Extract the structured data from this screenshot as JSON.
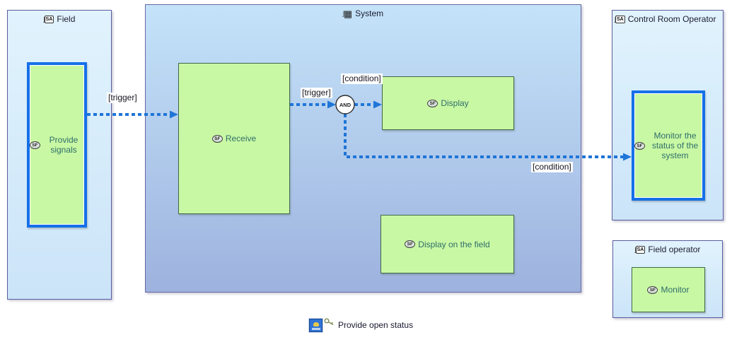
{
  "icons": {
    "actor_label": "SA",
    "function_label": "SF",
    "system_glyph": "▦"
  },
  "diagram": {
    "containers": {
      "field": {
        "title": "Field"
      },
      "system": {
        "title": "System"
      },
      "control_room": {
        "title": "Control Room Operator"
      },
      "field_operator": {
        "title": "Field operator"
      }
    },
    "functions": {
      "provide_signals": {
        "label": "Provide signals"
      },
      "receive": {
        "label": "Receive"
      },
      "display": {
        "label": "Display"
      },
      "display_on_field": {
        "label": "Display on the field"
      },
      "monitor_status": {
        "label": "Monitor the status of the system"
      },
      "monitor": {
        "label": "Monitor"
      }
    },
    "operator": {
      "label": "AND"
    },
    "edge_labels": {
      "trigger_1": "[trigger]",
      "trigger_2": "[trigger]",
      "condition_1": "[condition]",
      "condition_2": "[condition]"
    },
    "legend": {
      "label": "Provide open status"
    },
    "colors": {
      "edge_blue": "#1f75d8",
      "selected_border_blue": "#1670e8",
      "function_fill_green": "#c9f8a4",
      "function_border_green": "#40694a",
      "actor_fill_top": "#e1f3fd",
      "actor_fill_bottom": "#cbe4f8",
      "system_fill_top": "#c4e3f9",
      "system_fill_bottom": "#9db2de",
      "function_text": "#2f6e6a"
    }
  }
}
